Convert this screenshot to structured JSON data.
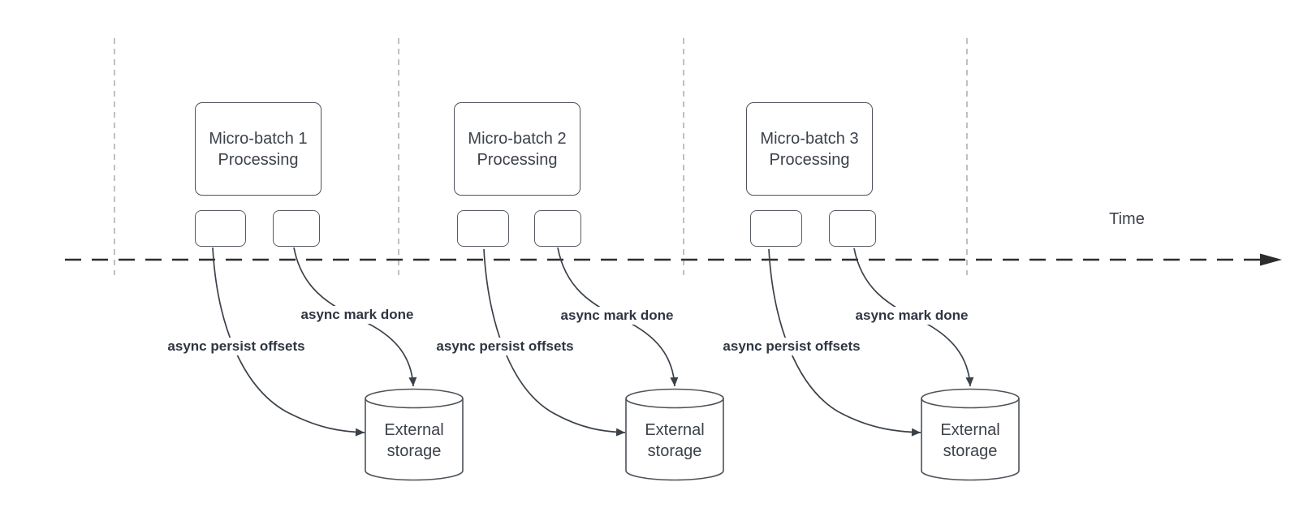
{
  "timeline": {
    "label": "Time"
  },
  "sections": [
    {
      "box_line1": "Micro-batch 1",
      "box_line2": "Processing",
      "persist_label": "async persist offsets",
      "done_label": "async mark done",
      "storage_line1": "External",
      "storage_line2": "storage"
    },
    {
      "box_line1": "Micro-batch 2",
      "box_line2": "Processing",
      "persist_label": "async persist offsets",
      "done_label": "async mark done",
      "storage_line1": "External",
      "storage_line2": "storage"
    },
    {
      "box_line1": "Micro-batch 3",
      "box_line2": "Processing",
      "persist_label": "async persist offsets",
      "done_label": "async mark done",
      "storage_line1": "External",
      "storage_line2": "storage"
    }
  ],
  "colors": {
    "background": "#ffffff",
    "shape_stroke": "#4d525a",
    "curve_stroke": "#3a4149",
    "timeline_stroke": "#2d2d2d",
    "guide_stroke": "#a9abae",
    "box_text": "#3c424a",
    "label_text": "#2f3542"
  }
}
